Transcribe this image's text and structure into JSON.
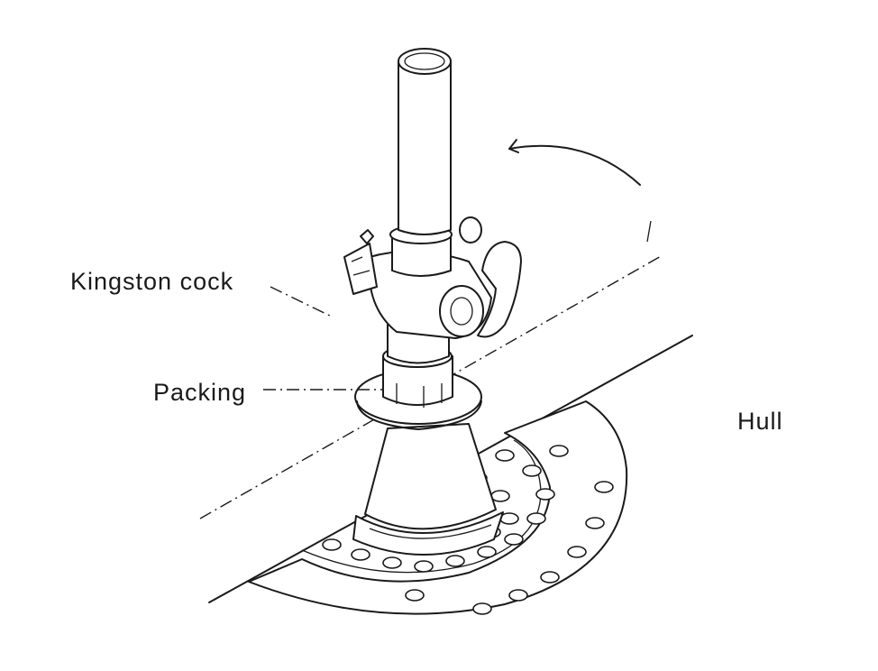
{
  "labels": {
    "kingston_cock": "Kingston cock",
    "packing": "Packing",
    "hull": "Hull"
  },
  "colors": {
    "ink": "#1a1a1a",
    "background": "#ffffff"
  }
}
